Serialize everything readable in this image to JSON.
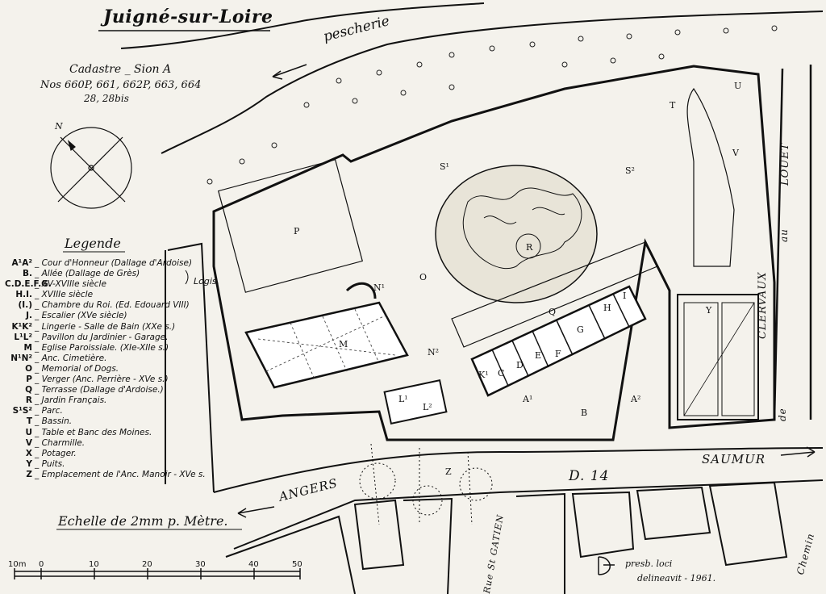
{
  "title": "Juigné-sur-Loire",
  "river_label": "pescherie",
  "cadastre": {
    "line1": "Cadastre _ Sion A",
    "line2": "Nos 660P, 661, 662P, 663, 664",
    "line3": "28, 28bis"
  },
  "compass": {
    "north": "N"
  },
  "legend": {
    "title": "Legende",
    "items": [
      {
        "key": "A¹A²",
        "desc": "Cour d'Honneur (Dallage d'Ardoise)"
      },
      {
        "key": "B.",
        "desc": "Allée (Dallage de Grès)"
      },
      {
        "key": "C.D.E.F.G.",
        "desc": "XV-XVIIIe siècle"
      },
      {
        "key": "H.I.",
        "desc": "XVIIIe siècle"
      },
      {
        "key": "(I.)",
        "desc": "Chambre du Roi. (Ed. Edouard VIII)"
      },
      {
        "key": "J.",
        "desc": "Escalier (XVe siècle)"
      },
      {
        "key": "K¹K²",
        "desc": "Lingerie - Salle de Bain (XXe s.)"
      },
      {
        "key": "L¹L²",
        "desc": "Pavillon du Jardinier - Garage."
      },
      {
        "key": "M",
        "desc": "Eglise Paroissiale. (XIe-XIIe s.)"
      },
      {
        "key": "N¹N²",
        "desc": "Anc. Cimetière."
      },
      {
        "key": "O",
        "desc": "Memorial of Dogs."
      },
      {
        "key": "P",
        "desc": "Verger (Anc. Perrière - XVe s.)"
      },
      {
        "key": "Q",
        "desc": "Terrasse (Dallage d'Ardoise.)"
      },
      {
        "key": "R",
        "desc": "Jardin Français."
      },
      {
        "key": "S¹S²",
        "desc": "Parc."
      },
      {
        "key": "T",
        "desc": "Bassin."
      },
      {
        "key": "U",
        "desc": "Table et Banc des Moines."
      },
      {
        "key": "V",
        "desc": "Charmille."
      },
      {
        "key": "X",
        "desc": "Potager."
      },
      {
        "key": "Y",
        "desc": "Puits."
      },
      {
        "key": "Z",
        "desc": "Emplacement de l'Anc. Manoir - XVe s."
      }
    ],
    "logis_label": "Logis."
  },
  "scale": {
    "label": "Echelle de 2mm p. Mètre.",
    "ticks": [
      "10m",
      "0",
      "10",
      "20",
      "30",
      "40",
      "50"
    ]
  },
  "roads": {
    "angers": "ANGERS",
    "saumur": "SAUMUR",
    "d14": "D. 14",
    "clervaux": "CLERVAUX",
    "au": "au",
    "louet": "LOUET",
    "de": "de",
    "rue": "Rue St GATIEN",
    "chemin": "Chemin"
  },
  "credit": {
    "line1": "presb. loci",
    "line2": "delineavit - 1961."
  },
  "plan_letters": [
    "S¹",
    "S²",
    "P",
    "N¹",
    "N²",
    "M",
    "O",
    "Q",
    "H",
    "I",
    "G",
    "F",
    "E",
    "D",
    "C",
    "K¹",
    "A¹",
    "A²",
    "B",
    "L¹",
    "L²",
    "Z",
    "T",
    "V",
    "R",
    "Y",
    "U"
  ]
}
